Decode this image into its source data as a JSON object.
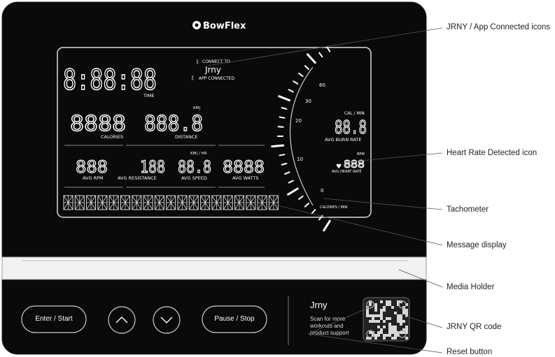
{
  "brand": "BowFlex",
  "display": {
    "connect_to": "CONNECT TO",
    "jrny_logo": "Jrny",
    "app_connected": "APP CONNECTED",
    "time_value": "8:88:88",
    "time_label": "TIME",
    "calories_value": "8888",
    "calories_label": "CALORIES",
    "distance_unit": "KM|",
    "distance_value": "888.8",
    "distance_label": "DISTANCE",
    "rpm_value": "888",
    "rpm_label": "AVG RPM",
    "resistance_value": "188",
    "resistance_label": "AVG RESISTANCE",
    "speed_unit": "KM| / HR",
    "speed_value": "88.8",
    "speed_label": "AVG SPEED",
    "watts_value": "8888",
    "watts_label": "AVG WATTS",
    "cal_min_label": "CAL / MIN",
    "burn_value": "88.8",
    "burn_label": "AVG BURN RATE",
    "bpm_label": "BPM",
    "hr_value": "888",
    "hr_label": "AVG HEART RATE",
    "tach_ticks": [
      "0",
      "10",
      "20",
      "30",
      "60"
    ],
    "tach_label": "CALORIES / MIN",
    "message_segments": 19
  },
  "buttons": {
    "enter_start": "Enter / Start",
    "pause_stop": "Pause / Stop"
  },
  "jrny_panel": {
    "logo": "Jrny",
    "line1": "Scan for more",
    "line2": "workouts and",
    "line3": "product support"
  },
  "callouts": {
    "jrny_app": "JRNY / App Connected icons",
    "heart_rate": "Heart Rate Detected icon",
    "tachometer": "Tachometer",
    "message_display": "Message display",
    "media_holder": "Media Holder",
    "qr_code": "JRNY QR code",
    "reset_button": "Reset button"
  },
  "colors": {
    "console": "#0a0a0a",
    "lcd_border": "#dddddd",
    "text": "#ffffff",
    "callout_line": "#555555"
  }
}
